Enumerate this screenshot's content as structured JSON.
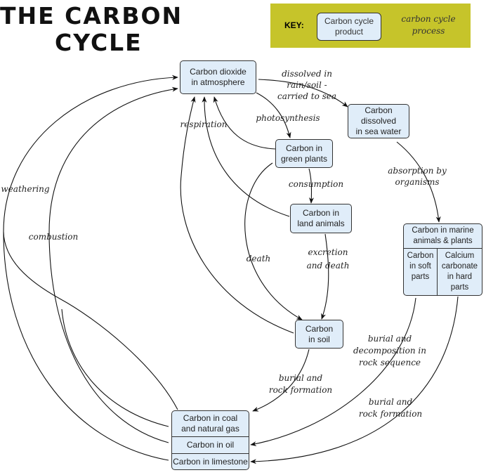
{
  "title": [
    "THE CARBON",
    "CYCLE"
  ],
  "key": {
    "label": "KEY:",
    "product": "Carbon cycle product",
    "process_line1": "carbon cycle",
    "process_line2": "process",
    "color": "#c6c42a"
  },
  "products": {
    "co2": [
      "Carbon dioxide",
      "in atmosphere"
    ],
    "sea": [
      "Carbon dissolved",
      "in sea water"
    ],
    "plants": [
      "Carbon in",
      "green plants"
    ],
    "animals": [
      "Carbon in",
      "land animals"
    ],
    "marine": {
      "top": [
        "Carbon in marine",
        "animals & plants"
      ],
      "soft": [
        "Carbon",
        "in soft",
        "parts"
      ],
      "hard": [
        "Calcium",
        "carbonate",
        "in hard",
        "parts"
      ]
    },
    "soil": [
      "Carbon",
      "in soil"
    ],
    "coal": [
      "Carbon in coal",
      "and natural gas"
    ],
    "oil": "Carbon in oil",
    "limestone": "Carbon in limestone"
  },
  "processes": {
    "dissolved": [
      "dissolved in",
      "rain/soil -",
      "carried to sea"
    ],
    "photosynthesis": "photosynthesis",
    "respiration": "respiration",
    "consumption": "consumption",
    "absorption": [
      "absorption by",
      "organisms"
    ],
    "weathering": "weathering",
    "combustion": "combustion",
    "death": "death",
    "excretion": [
      "excretion",
      "and death"
    ],
    "burial_decomp": [
      "burial and",
      "decomposition in",
      "rock sequence"
    ],
    "burial_soil": [
      "burial and",
      "rock formation"
    ],
    "burial_marine": [
      "burial and",
      "rock formation"
    ]
  },
  "colors": {
    "box_fill": "#e0edf9",
    "key_bg": "#c6c42a"
  }
}
